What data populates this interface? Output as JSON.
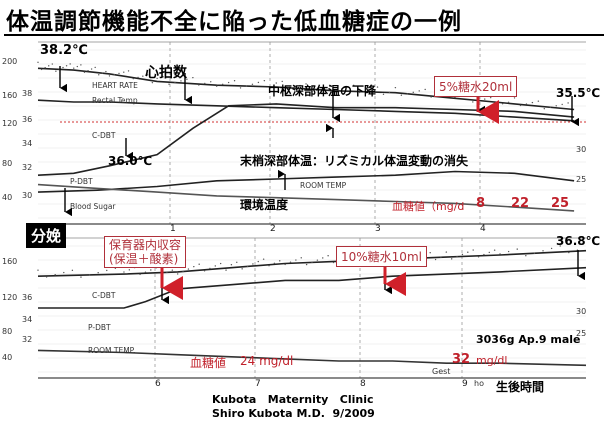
{
  "title": "体温調節機能不全に陥った低血糖症の一例",
  "chart_data": {
    "type": "line",
    "panels": [
      {
        "y_ticks_left_outer": [
          "200",
          "160",
          "120",
          "80",
          "40"
        ],
        "y_ticks_left_inner": [
          "38",
          "36",
          "34",
          "32",
          "30"
        ],
        "y_ticks_right": [
          "30",
          "25"
        ],
        "x_ticks": [
          "1",
          "2",
          "3",
          "4"
        ],
        "trace_labels": [
          "HEART RATE",
          "Rectal Temp",
          "C-DBT",
          "P-DBT",
          "ROOM TEMP",
          "Blood Sugar"
        ],
        "series": [
          {
            "x": [
              0,
              0.3,
              0.6,
              1.0,
              1.5,
              2.0,
              2.5,
              3.0,
              3.5,
              4.0,
              4.5
            ],
            "y": [
              37.8,
              37.7,
              37.5,
              37.1,
              36.9,
              36.8,
              36.6,
              36.5,
              36.2,
              35.9,
              35.6
            ]
          },
          {
            "x": [
              0,
              0.3,
              0.6,
              1.0,
              1.5,
              2.0,
              2.5,
              3.0,
              3.5,
              4.0,
              4.5
            ],
            "y": [
              36.1,
              36.0,
              36.0,
              35.9,
              35.8,
              35.7,
              35.6,
              35.5,
              35.4,
              35.2,
              35.0
            ]
          },
          {
            "x": [
              0,
              0.3,
              0.6,
              1.0,
              1.3,
              1.6,
              2.0,
              2.5,
              3.0,
              3.5,
              4.0,
              4.5
            ],
            "y": [
              32.1,
              32.2,
              32.6,
              33.2,
              34.6,
              35.8,
              35.9,
              35.7,
              35.7,
              35.6,
              35.5,
              35.2
            ]
          },
          {
            "x": [
              0,
              0.5,
              1.0,
              1.5,
              2.0,
              2.5,
              3.0,
              3.5,
              4.0,
              4.5
            ],
            "y": [
              31.2,
              31.3,
              31.5,
              31.8,
              31.9,
              32.0,
              32.1,
              32.3,
              32.2,
              31.8
            ]
          },
          {
            "x": [
              0,
              0.5,
              1.0,
              1.5,
              2.0,
              2.5,
              3.0,
              3.5,
              4.0,
              4.5
            ],
            "y": [
              31.6,
              31.4,
              31.2,
              31.0,
              30.9,
              30.8,
              30.7,
              30.6,
              30.4,
              30.2
            ]
          }
        ],
        "annotations": {
          "temp_start": "38.2℃",
          "heart_rate": "心拍数",
          "core_drop": "中枢深部体温の下降",
          "glucose_box": "5%糖水20ml",
          "temp_end": "35.5℃",
          "c_dbt_start": "36.0℃",
          "peripheral": "末梢深部体温：リズミカル体温変動の消失",
          "ambient": "環境温度",
          "sugar_label": "血糖値（mg/d",
          "sugar_values": [
            "8",
            "22",
            "25"
          ],
          "birth": "分娩"
        }
      },
      {
        "y_ticks_left_outer": [
          "160",
          "120",
          "80",
          "40"
        ],
        "y_ticks_left_inner": [
          "36",
          "34",
          "32"
        ],
        "y_ticks_right": [
          "30",
          "25"
        ],
        "x_ticks": [
          "6",
          "7",
          "8",
          "9"
        ],
        "x_tick_suffix": "ho",
        "trace_labels": [
          "C-DBT",
          "P-DBT",
          "ROOM TEMP."
        ],
        "series": [
          {
            "x": [
              5.2,
              6.0,
              6.5,
              7.0,
              7.5,
              8.0,
              8.5,
              9.0,
              9.5,
              10.3
            ],
            "y": [
              35.8,
              35.9,
              36.0,
              36.2,
              36.4,
              36.5,
              36.6,
              36.7,
              36.8,
              37.0
            ]
          },
          {
            "x": [
              5.2,
              6.0,
              6.2,
              6.5,
              7.0,
              7.5,
              8.0,
              8.5,
              9.0,
              9.5,
              10.3
            ],
            "y": [
              34.3,
              34.3,
              34.6,
              35.2,
              35.4,
              35.6,
              35.6,
              35.8,
              35.9,
              36.0,
              36.2
            ]
          },
          {
            "x": [
              5.2,
              6.0,
              6.5,
              7.0,
              7.5,
              8.0,
              8.5,
              9.0,
              9.5,
              10.3
            ],
            "y": [
              32.3,
              32.2,
              32.1,
              32.0,
              31.9,
              31.8,
              31.8,
              31.7,
              31.7,
              31.6
            ]
          }
        ],
        "annotations": {
          "incubator_box_line1": "保育器内収容",
          "incubator_box_line2": "(保温＋酸素)",
          "glucose_box": "10%糖水10ml",
          "temp_end": "36.8℃",
          "weight": "3036g Ap.9 male",
          "sugar_label": "血糖値",
          "sugar_value1": "24 mg/dl",
          "sugar_value2": "32",
          "sugar_unit2": "mg/dl",
          "gest": "Gest",
          "xlabel": "生後時間"
        }
      }
    ]
  },
  "credit": {
    "line1": "Kubota   Maternity   Clinic",
    "line2": "Shiro Kubota M.D.  9/2009"
  }
}
